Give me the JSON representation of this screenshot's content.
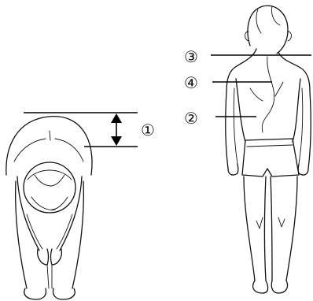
{
  "labels": {
    "one": "①",
    "two": "②",
    "three": "③",
    "four": "④"
  }
}
